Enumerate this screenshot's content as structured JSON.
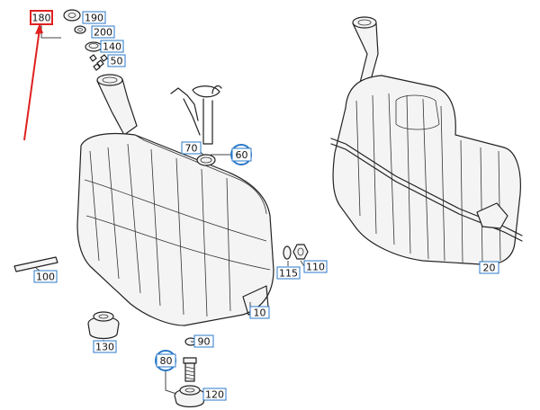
{
  "highlight_color": "#e02020",
  "callout_color": "#2a78c8",
  "labels": {
    "l180": "180",
    "l190": "190",
    "l200": "200",
    "l140": "140",
    "l50": "50",
    "l70": "70",
    "l60": "60",
    "l100": "100",
    "l115": "115",
    "l110": "110",
    "l10": "10",
    "l130": "130",
    "l90": "90",
    "l80": "80",
    "l120": "120",
    "l20": "20"
  }
}
